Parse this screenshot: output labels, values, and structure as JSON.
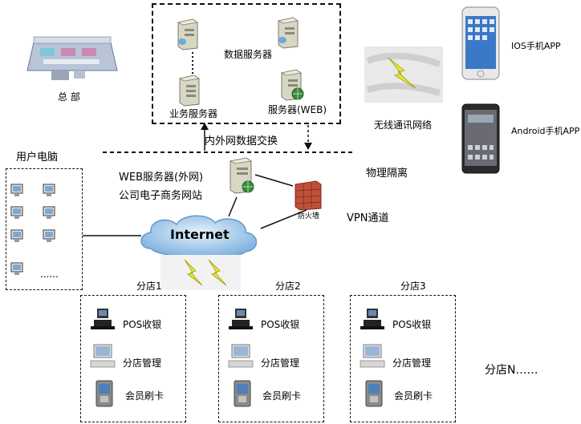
{
  "headquarters": {
    "label": "总 部"
  },
  "server_cluster": {
    "data_server": "数据服务器",
    "business_server": "业务服务器",
    "web_server": "服务器(WEB)"
  },
  "network_exchange": {
    "label": "内外网数据交换"
  },
  "physical_isolation": {
    "label": "物理隔离"
  },
  "external_web_server": {
    "line1": "WEB服务器(外网)",
    "line2": "公司电子商务网站"
  },
  "firewall": {
    "label": "防火墙"
  },
  "vpn": {
    "label": "VPN通道"
  },
  "internet": {
    "label": "Internet"
  },
  "wireless": {
    "label": "无线通讯网络"
  },
  "mobile": {
    "ios_label": "IOS手机APP",
    "android_label": "Android手机APP"
  },
  "user_pcs": {
    "title": "用户电脑",
    "more": "......"
  },
  "branches": [
    {
      "name": "分店1",
      "pos": "POS收银",
      "manage": "分店管理",
      "card": "会员刷卡"
    },
    {
      "name": "分店2",
      "pos": "POS收银",
      "manage": "分店管理",
      "card": "会员刷卡"
    },
    {
      "name": "分店3",
      "pos": "POS收银",
      "manage": "分店管理",
      "card": "会员刷卡"
    }
  ],
  "branch_n": {
    "label": "分店N……"
  },
  "colors": {
    "line": "#111111",
    "server": "#d8d8c8",
    "firewall": "#c0503a",
    "cloud": "#7fb2e0",
    "lightning": "#e8e830"
  }
}
